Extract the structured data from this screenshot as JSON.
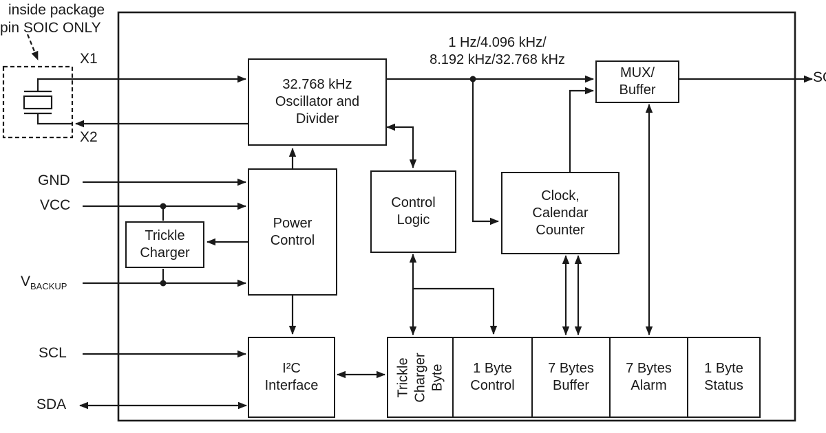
{
  "note": {
    "line1": "inside package",
    "line2": "pin SOIC ONLY"
  },
  "pins": {
    "x1": "X1",
    "x2": "X2",
    "gnd": "GND",
    "vcc": "VCC",
    "vbackup_main": "V",
    "vbackup_sub": "BACKUP",
    "scl": "SCL",
    "sda": "SDA",
    "sqw_out": "SQ"
  },
  "freq": {
    "line1": "1 Hz/4.096 kHz/",
    "line2": "8.192 kHz/32.768 kHz"
  },
  "blocks": {
    "oscillator": {
      "line1": "32.768 kHz",
      "line2": "Oscillator and",
      "line3": "Divider"
    },
    "mux_buffer": {
      "line1": "MUX/",
      "line2": "Buffer"
    },
    "power_control": {
      "line1": "Power",
      "line2": "Control"
    },
    "trickle_charger": {
      "line1": "Trickle",
      "line2": "Charger"
    },
    "control_logic": {
      "line1": "Control",
      "line2": "Logic"
    },
    "clock_calendar": {
      "line1": "Clock,",
      "line2": "Calendar",
      "line3": "Counter"
    },
    "i2c_interface": {
      "line1": "I²C",
      "line2": "Interface"
    },
    "trickle_charger_byte": {
      "line1": "Trickle Charger",
      "line2": "Byte"
    },
    "one_byte_control": {
      "line1": "1 Byte",
      "line2": "Control"
    },
    "seven_bytes_buffer": {
      "line1": "7 Bytes",
      "line2": "Buffer"
    },
    "seven_bytes_alarm": {
      "line1": "7 Bytes",
      "line2": "Alarm"
    },
    "one_byte_status": {
      "line1": "1 Byte",
      "line2": "Status"
    }
  },
  "colors": {
    "line": "#1a1a1a",
    "background": "#ffffff"
  }
}
